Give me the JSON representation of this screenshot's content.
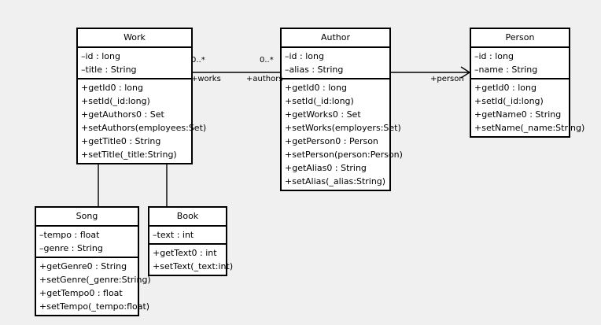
{
  "diagram": {
    "title": "UML Class Diagram",
    "background_color": "#f0f0f0",
    "line_color": "#000000",
    "class_fill_color": "#ffffff"
  },
  "classes": {
    "work": {
      "name": "Work",
      "attributes": [
        "–id : long",
        "–title : String"
      ],
      "operations": [
        "+getId0 : long",
        "+setId(_id:long)",
        "+getAuthors0 : Set",
        "+setAuthors(employees:Set)",
        "+getTitle0 : String",
        "+setTitle(_title:String)"
      ]
    },
    "author": {
      "name": "Author",
      "attributes": [
        "–id : long",
        "–alias : String"
      ],
      "operations": [
        "+getId0 : long",
        "+setId(_id:long)",
        "+getWorks0 : Set",
        "+setWorks(employers:Set)",
        "+getPerson0 : Person",
        "+setPerson(person:Person)",
        "+getAlias0 : String",
        "+setAlias(_alias:String)"
      ]
    },
    "person": {
      "name": "Person",
      "attributes": [
        "–id : long",
        "–name : String"
      ],
      "operations": [
        "+getId0 : long",
        "+setId(_id:long)",
        "+getName0 : String",
        "+setName(_name:String)"
      ]
    },
    "song": {
      "name": "Song",
      "attributes": [
        "–tempo : float",
        "–genre : String"
      ],
      "operations": [
        "+getGenre0 : String",
        "+setGenre(_genre:String)",
        "+getTempo0 : float",
        "+setTempo(_tempo:float)"
      ]
    },
    "book": {
      "name": "Book",
      "attributes": [
        "–text : int"
      ],
      "operations": [
        "+getText0 : int",
        "+setText(_text:int)"
      ]
    }
  },
  "relationships": {
    "work_author": {
      "type": "association",
      "source_multiplicity": "0..*",
      "target_multiplicity": "0..*",
      "source_role": "+works",
      "target_role": "+authors"
    },
    "author_person": {
      "type": "directed-association",
      "target_role": "+person"
    },
    "song_work": {
      "type": "generalization"
    },
    "book_work": {
      "type": "generalization"
    }
  }
}
